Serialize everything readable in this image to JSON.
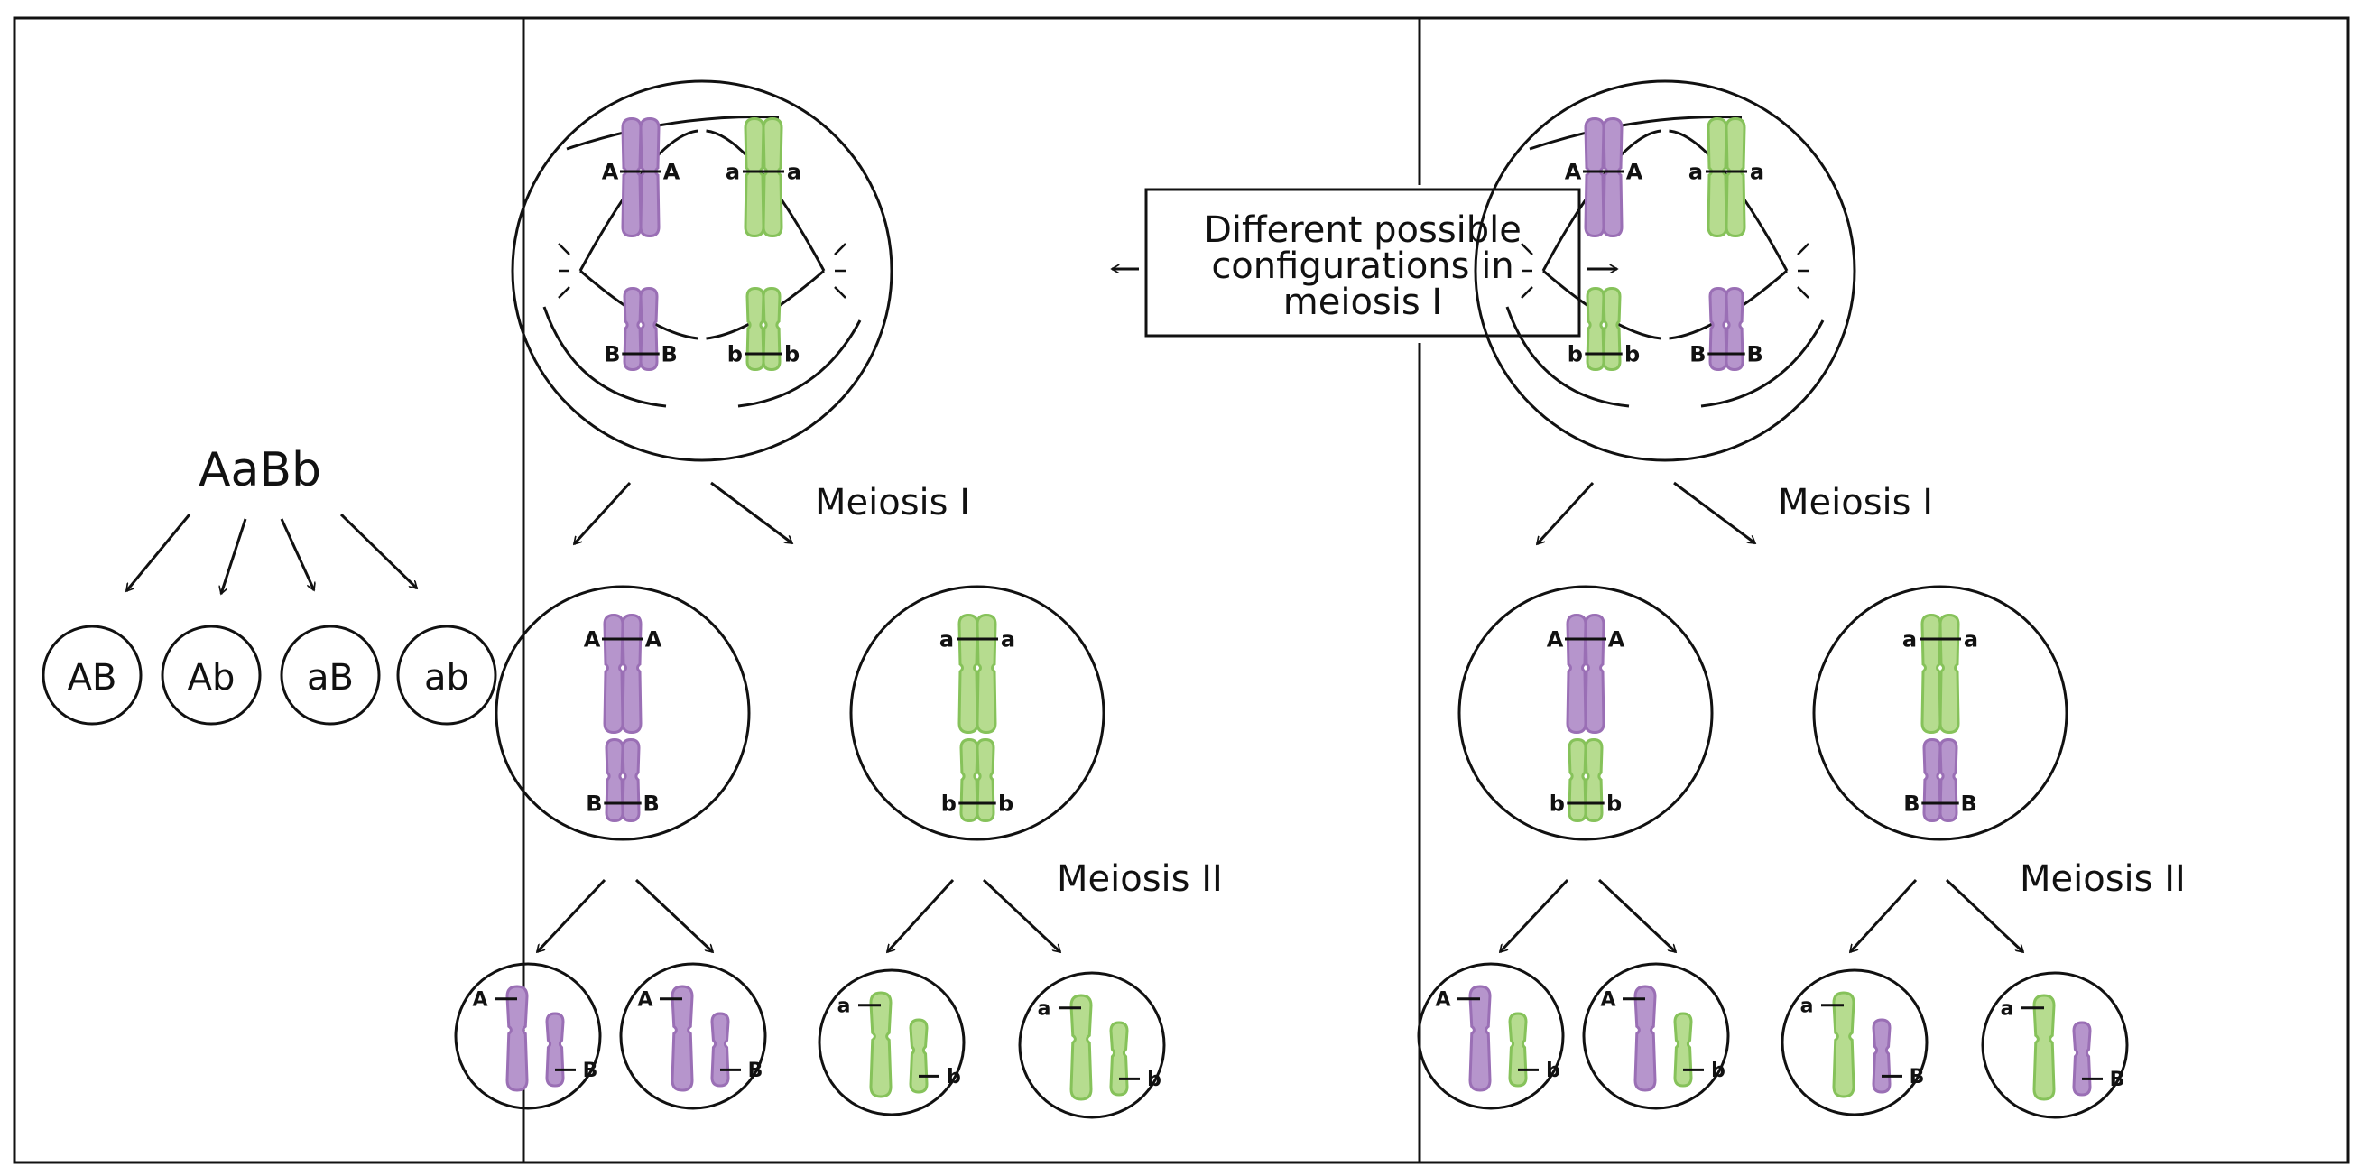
{
  "genotype": "AaBb",
  "gametes": [
    "AB",
    "Ab",
    "aB",
    "ab"
  ],
  "callout_lines": [
    "Different possible",
    "configurations in",
    "meiosis I"
  ],
  "meiosis_one_label": "Meiosis I",
  "meiosis_two_label": "Meiosis II",
  "colors": {
    "purple": "#b695cc",
    "purple_stroke": "#9a6fb5",
    "green": "#b6dc8f",
    "green_stroke": "#86c25a",
    "ink": "#111111"
  },
  "panel_a": {
    "parent": {
      "top_left": [
        "A",
        "A"
      ],
      "top_right": [
        "a",
        "a"
      ],
      "bottom_left": [
        "B",
        "B"
      ],
      "bottom_right": [
        "b",
        "b"
      ]
    },
    "daughter_left": {
      "top": [
        "A",
        "A"
      ],
      "bottom": [
        "B",
        "B"
      ]
    },
    "daughter_right": {
      "top": [
        "a",
        "a"
      ],
      "bottom": [
        "b",
        "b"
      ]
    },
    "gametes": [
      {
        "top": "A",
        "bottom": "B"
      },
      {
        "top": "A",
        "bottom": "B"
      },
      {
        "top": "a",
        "bottom": "b"
      },
      {
        "top": "a",
        "bottom": "b"
      }
    ]
  },
  "panel_b": {
    "parent": {
      "top_left": [
        "A",
        "A"
      ],
      "top_right": [
        "a",
        "a"
      ],
      "bottom_left": [
        "b",
        "b"
      ],
      "bottom_right": [
        "B",
        "B"
      ]
    },
    "daughter_left": {
      "top": [
        "A",
        "A"
      ],
      "bottom": [
        "b",
        "b"
      ]
    },
    "daughter_right": {
      "top": [
        "a",
        "a"
      ],
      "bottom": [
        "B",
        "B"
      ]
    },
    "gametes": [
      {
        "top": "A",
        "bottom": "b"
      },
      {
        "top": "A",
        "bottom": "b"
      },
      {
        "top": "a",
        "bottom": "B"
      },
      {
        "top": "a",
        "bottom": "B"
      }
    ]
  }
}
